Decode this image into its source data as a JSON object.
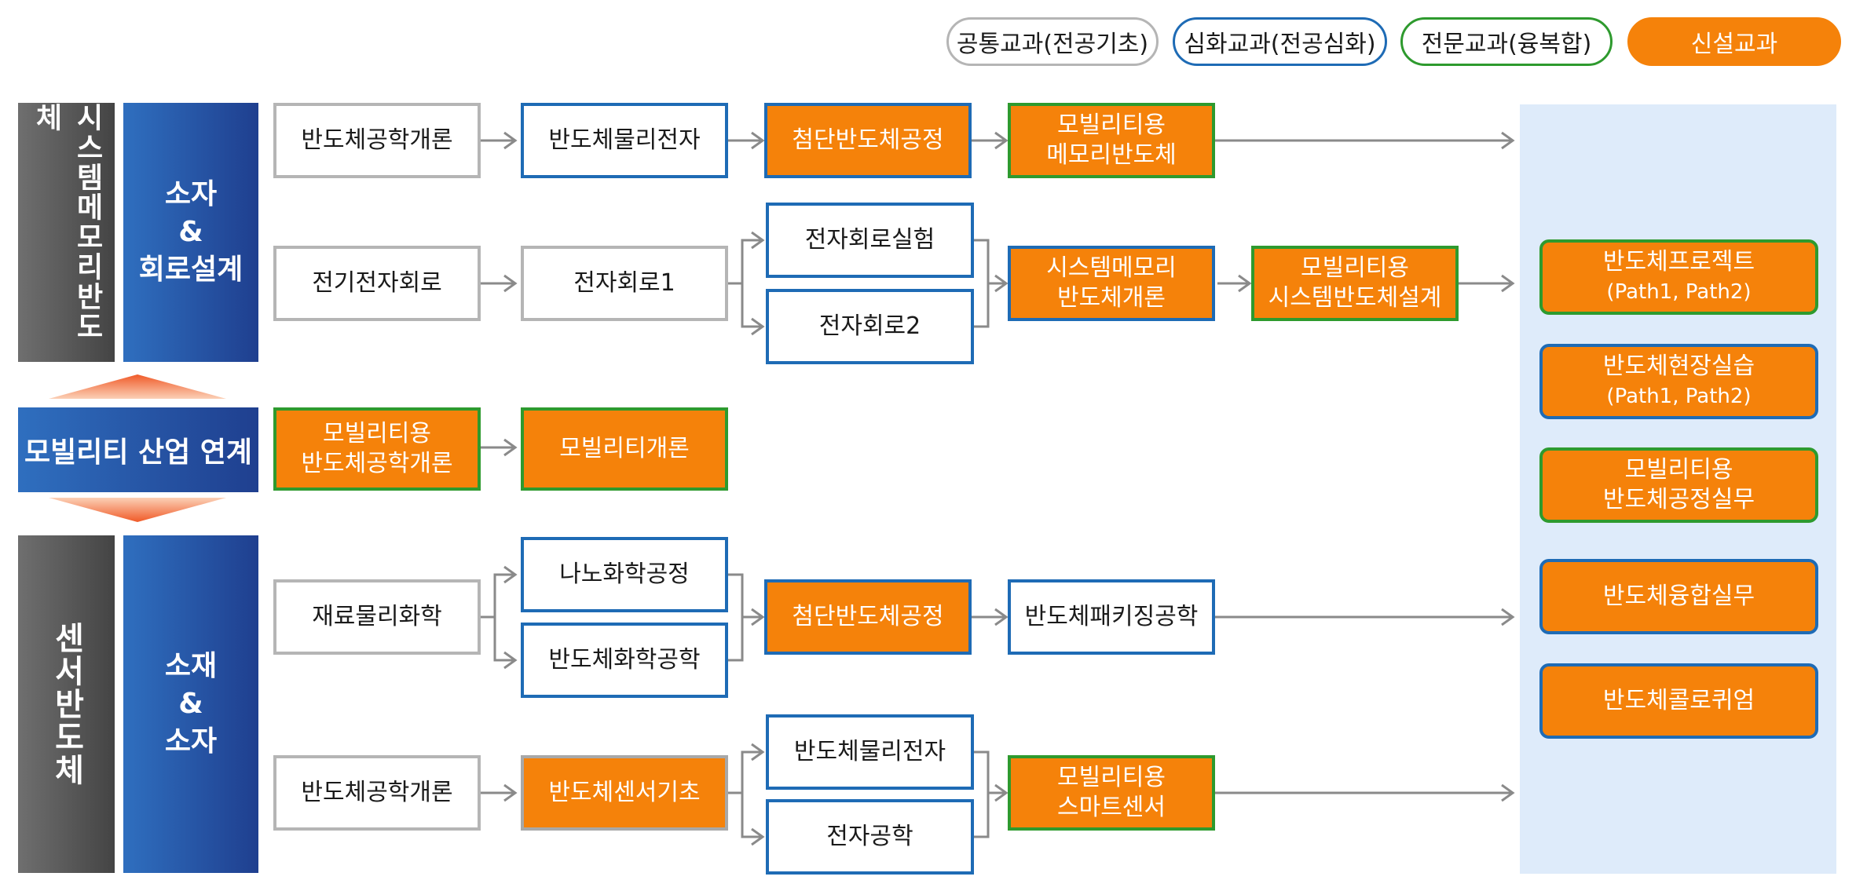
{
  "legend": {
    "common": "공통교과(전공기초)",
    "advanced": "심화교과(전공심화)",
    "professional": "전문교과(융복합)",
    "new": "신설교과"
  },
  "colors": {
    "orange": "#f5820a",
    "blue": "#1e6bb5",
    "green": "#2e9a2e",
    "gray": "#b5b5b5",
    "track_blue": "#2a4f9f",
    "panel": "#deebfa"
  },
  "tracks": {
    "system_memory": "시스템메모리반도체",
    "sensor": "센서반도체",
    "mobility": "모빌리티 산업 연계"
  },
  "areas": {
    "device_circuit": [
      "소자",
      "&",
      "회로설계"
    ],
    "material_device": [
      "소재",
      "&",
      "소자"
    ]
  },
  "courses": {
    "r1": [
      "반도체공학개론",
      "반도체물리전자",
      "첨단반도체공정",
      "모빌리티용\n메모리반도체"
    ],
    "r2": [
      "전기전자회로",
      "전자회로1",
      "전자회로실험",
      "전자회로2",
      "시스템메모리\n반도체개론",
      "모빌리티용\n시스템반도체설계"
    ],
    "mobility": [
      "모빌리티용\n반도체공학개론",
      "모빌리티개론"
    ],
    "r3": [
      "재료물리화학",
      "나노화학공정",
      "반도체화학공학",
      "첨단반도체공정",
      "반도체패키징공학"
    ],
    "r4": [
      "반도체공학개론",
      "반도체센서기초",
      "반도체물리전자",
      "전자공학",
      "모빌리티용\n스마트센서"
    ]
  },
  "capstone": [
    {
      "title": "반도체프로젝트",
      "sub": "(Path1, Path2)"
    },
    {
      "title": "반도체현장실습",
      "sub": "(Path1, Path2)"
    },
    {
      "title": "모빌리티용\n반도체공정실무",
      "sub": ""
    },
    {
      "title": "반도체융합실무",
      "sub": ""
    },
    {
      "title": "반도체콜로퀴엄",
      "sub": ""
    }
  ]
}
